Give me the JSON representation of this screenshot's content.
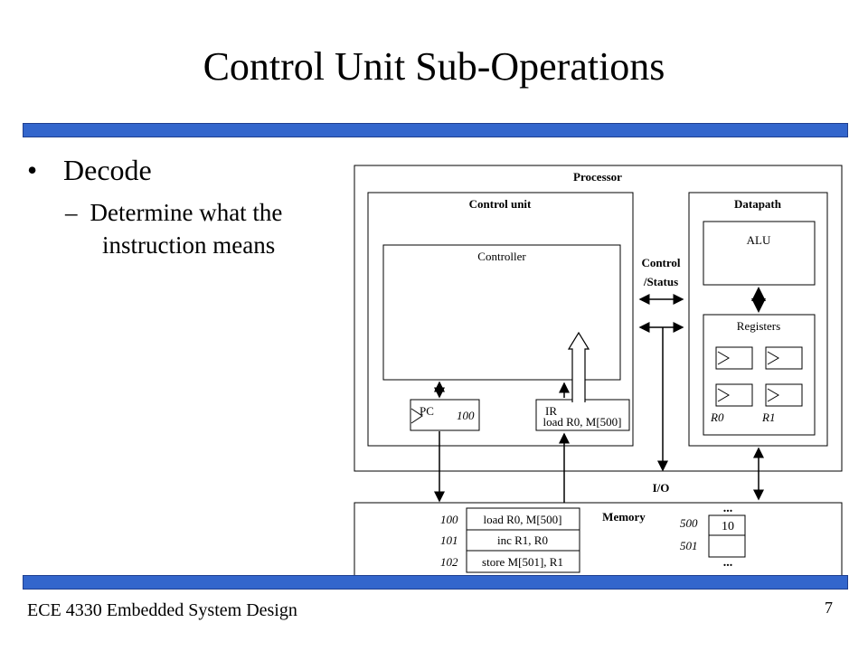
{
  "title": "Control Unit Sub-Operations",
  "bullets": {
    "main": "Decode",
    "sub_dash": "–",
    "sub_line1": "Determine what the",
    "sub_line2": "instruction means"
  },
  "diagram": {
    "processor": "Processor",
    "control_unit": "Control unit",
    "datapath": "Datapath",
    "controller": "Controller",
    "alu": "ALU",
    "registers": "Registers",
    "control_status_1": "Control",
    "control_status_2": "/Status",
    "pc_label": "PC",
    "pc_value": "100",
    "ir_label": "IR",
    "ir_value": "load R0, M[500]",
    "r0": "R0",
    "r1": "R1",
    "io": "I/O",
    "memory": "Memory",
    "mem_rows": [
      {
        "addr": "100",
        "content": "load R0, M[500]"
      },
      {
        "addr": "101",
        "content": "inc R1, R0"
      },
      {
        "addr": "102",
        "content": "store M[501], R1"
      }
    ],
    "data_addrs": [
      "500",
      "501"
    ],
    "data_value": "10",
    "ellipsis": "..."
  },
  "footer": "ECE 4330 Embedded System Design",
  "page_number": "7",
  "colors": {
    "bar": "#3366cc",
    "stroke": "#000000"
  }
}
